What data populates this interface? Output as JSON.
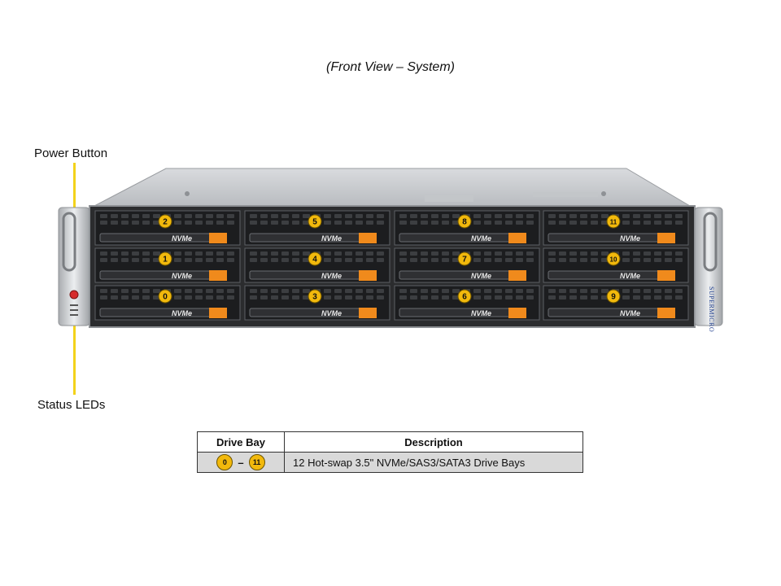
{
  "caption": "(Front View – System)",
  "callouts": {
    "power_button": "Power Button",
    "status_leds": "Status LEDs"
  },
  "chassis": {
    "brand": "SUPERMICRO",
    "drive_label": "NVMe",
    "bays": [
      {
        "number": "2"
      },
      {
        "number": "5"
      },
      {
        "number": "8"
      },
      {
        "number": "11"
      },
      {
        "number": "1"
      },
      {
        "number": "4"
      },
      {
        "number": "7"
      },
      {
        "number": "10"
      },
      {
        "number": "0"
      },
      {
        "number": "3"
      },
      {
        "number": "6"
      },
      {
        "number": "9"
      }
    ]
  },
  "table": {
    "headers": {
      "bay": "Drive Bay",
      "description": "Description"
    },
    "rows": [
      {
        "bay_start": "0",
        "bay_dash": "–",
        "bay_end": "11",
        "description": "12 Hot-swap 3.5\" NVMe/SAS3/SATA3 Drive Bays"
      }
    ]
  },
  "colors": {
    "badge": "#f2b90c",
    "leader": "#f3d21a",
    "tray_latch": "#f08a1c",
    "table_row": "#d9d9d9"
  }
}
